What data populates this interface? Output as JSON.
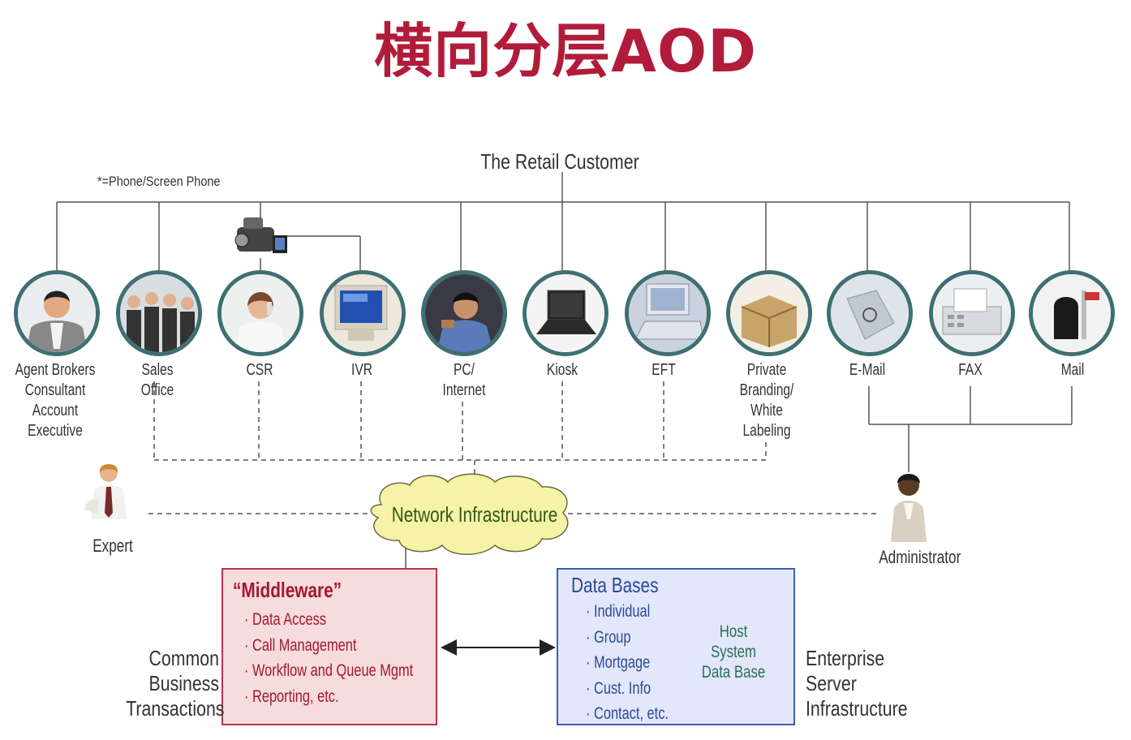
{
  "title": "横向分层AOD",
  "top_label": "The Retail Customer",
  "phone_note": "*=Phone/Screen Phone",
  "nodes": [
    {
      "id": "agent",
      "label": [
        "Agent Brokers",
        "Consultant",
        "Account",
        "Executive"
      ],
      "icon": "businessman-photo-icon"
    },
    {
      "id": "sales",
      "label": [
        "Sales",
        "Office"
      ],
      "icon": "sales-team-photo-icon"
    },
    {
      "id": "csr",
      "label": [
        "CSR"
      ],
      "icon": "phone-operator-photo-icon"
    },
    {
      "id": "ivr",
      "label": [
        "IVR"
      ],
      "icon": "monitor-photo-icon"
    },
    {
      "id": "pc",
      "label": [
        "PC/",
        "Internet"
      ],
      "icon": "man-at-computer-photo-icon"
    },
    {
      "id": "kiosk",
      "label": [
        "Kiosk"
      ],
      "icon": "laptop-photo-icon"
    },
    {
      "id": "eft",
      "label": [
        "EFT"
      ],
      "icon": "keyboard-photo-icon"
    },
    {
      "id": "branding",
      "label": [
        "Private",
        "Branding/",
        "White",
        "Labeling"
      ],
      "icon": "cardboard-box-photo-icon"
    },
    {
      "id": "email",
      "label": [
        "E-Mail"
      ],
      "icon": "email-photo-icon"
    },
    {
      "id": "fax",
      "label": [
        "FAX"
      ],
      "icon": "fax-machine-photo-icon"
    },
    {
      "id": "mail",
      "label": [
        "Mail"
      ],
      "icon": "mailbox-photo-icon"
    }
  ],
  "expert_label": "Expert",
  "administrator_label": "Administrator",
  "network_label": "Network Infrastructure",
  "middleware": {
    "title": "“Middleware”",
    "items": [
      "Data Access",
      "Call Management",
      "Workflow and Queue Mgmt",
      "Reporting, etc."
    ]
  },
  "databases": {
    "title": "Data Bases",
    "items": [
      "Individual",
      "Group",
      "Mortgage",
      "Cust. Info",
      "Contact, etc."
    ],
    "host_label": [
      "Host",
      "System",
      "Data Base"
    ]
  },
  "left_side_label": [
    "Common",
    "Business",
    "Transactions"
  ],
  "right_side_label": [
    "Enterprise",
    "Server",
    "Infrastructure"
  ],
  "colors": {
    "title": "#b01c3a",
    "circle_border": "#3f6f73",
    "middleware_text": "#a31730",
    "db_text": "#2a4a96",
    "cloud_fill": "#f6f2a6",
    "network_text": "#2f5a1a"
  }
}
